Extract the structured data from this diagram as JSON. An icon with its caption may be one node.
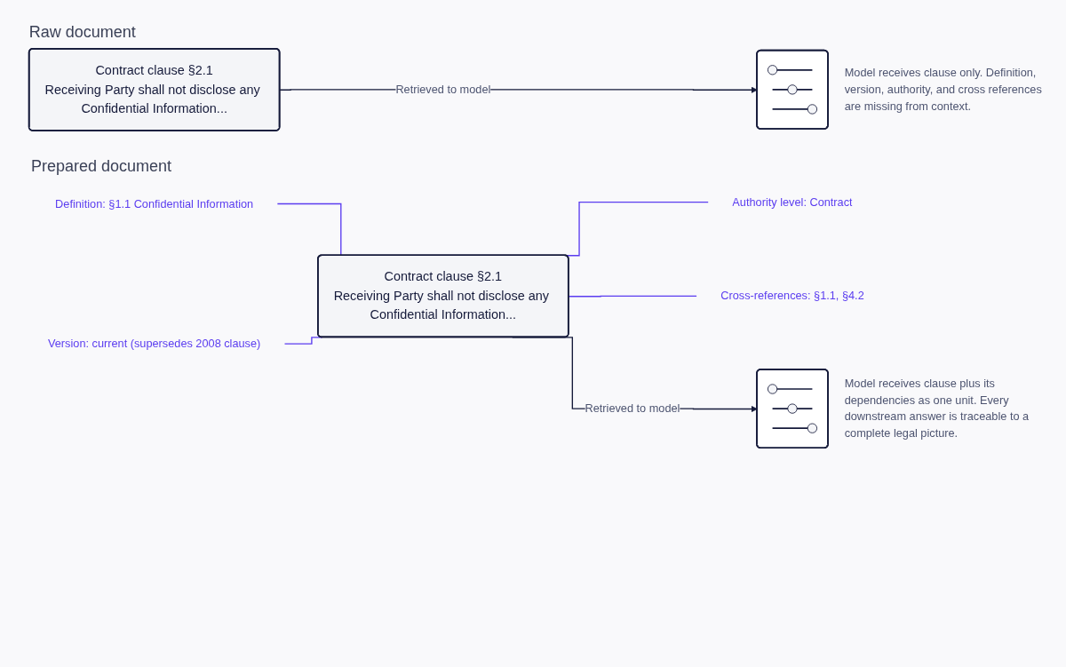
{
  "diagram": {
    "nodes": [
      {
        "text": [
          "Contract clause §2.1",
          "Receiving Party shall not disclose any Confidential Information..."
        ]
      },
      {
        "text": [],
        "shape": "picture",
        "beside": [
          "Model receives clause only. Definition, version, authority, and cross references are missing from context."
        ]
      },
      {
        "text": [
          "Definition: §1.1 Confidential Information"
        ]
      },
      {
        "text": [
          "Authority level: Contract"
        ]
      },
      {
        "text": [
          "Contract clause §2.1",
          "Receiving Party shall not disclose any Confidential Information..."
        ]
      },
      {
        "text": [],
        "shape": "picture",
        "beside": [
          "Model receives clause plus its dependencies as one unit. Every downstream answer is traceable to a complete legal picture."
        ]
      },
      {
        "text": [
          "Version: current (supersedes 2008 clause)"
        ]
      },
      {
        "text": [
          "Cross-references: §1.1, §4.2"
        ]
      }
    ],
    "edges": [
      {
        "from": 0,
        "to": 1,
        "arrow": "to",
        "label": "Retrieved to model",
        "color": "#151a3a"
      },
      {
        "from": 2,
        "to": 4,
        "arrow": "none",
        "color": "#5b3df0"
      },
      {
        "from": 4,
        "to": 3,
        "arrow": "none",
        "color": "#5b3df0"
      },
      {
        "from": 6,
        "to": 4,
        "arrow": "none",
        "color": "#5b3df0"
      },
      {
        "from": 4,
        "to": 7,
        "arrow": "none",
        "color": "#5b3df0"
      },
      {
        "from": 4,
        "to": 5,
        "arrow": "to",
        "label": "Retrieved to model",
        "color": "#151a3a"
      }
    ],
    "labels": [
      "Raw document",
      "Prepared document"
    ]
  }
}
